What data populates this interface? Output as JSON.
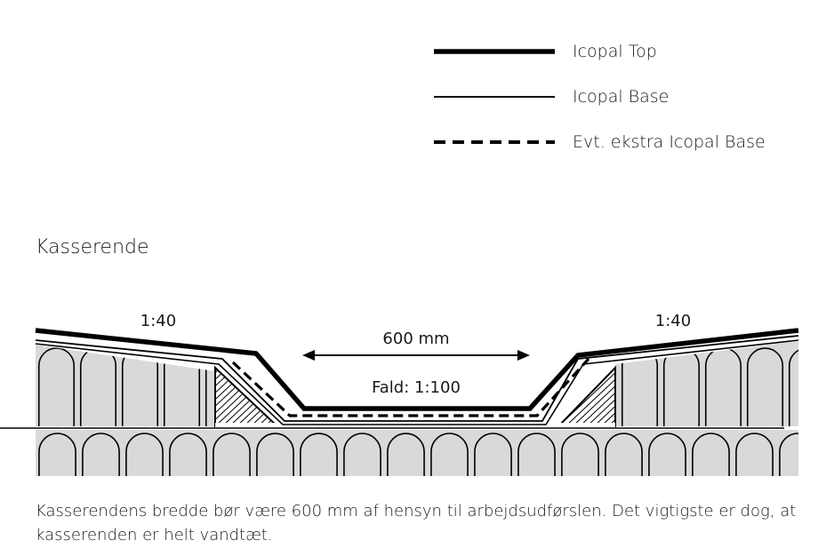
{
  "legend": [
    {
      "label": "Icopal Top",
      "style": "thick-solid"
    },
    {
      "label": "Icopal Base",
      "style": "thin-solid"
    },
    {
      "label": "Evt. ekstra Icopal Base",
      "style": "dashed"
    }
  ],
  "title": "Kasserende",
  "labels": {
    "slope_left": "1:40",
    "slope_right": "1:40",
    "width": "600 mm",
    "fall": "Fald: 1:100"
  },
  "caption": "Kasserendens bredde bør være 600 mm af hensyn til arbejdsudførslen. Det vigtigste er dog, at kasserenden er helt vandtæt.",
  "colors": {
    "insulation_fill": "#d9d9d9",
    "line": "#000000"
  }
}
